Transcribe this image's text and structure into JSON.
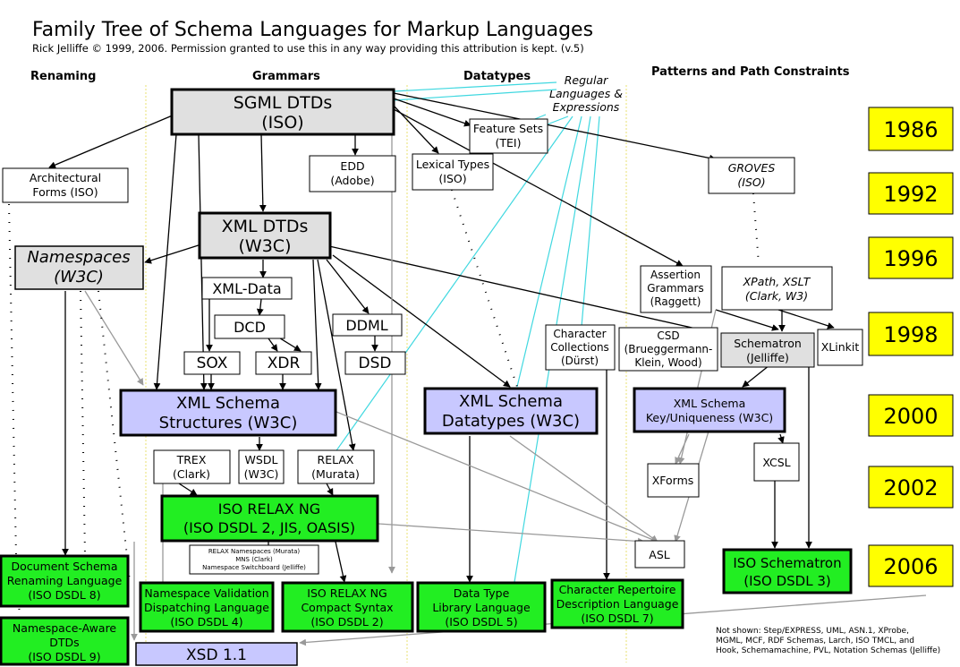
{
  "header": {
    "title": "Family Tree of Schema Languages for Markup Languages",
    "subtitle": "Rick Jelliffe © 1999, 2006. Permission granted to use this in any way providing this attribution is kept. (v.5)"
  },
  "columns": {
    "renaming": "Renaming",
    "grammars": "Grammars",
    "datatypes": "Datatypes",
    "patterns": "Patterns and Path Constraints"
  },
  "regex_label": [
    "Regular",
    "Languages &",
    "Expressions"
  ],
  "years": [
    "1986",
    "1992",
    "1996",
    "1998",
    "2000",
    "2002",
    "2006"
  ],
  "nodes": {
    "sgml": [
      "SGML DTDs",
      "(ISO)"
    ],
    "arch": [
      "Architectural",
      "Forms (ISO)"
    ],
    "edd": [
      "EDD",
      "(Adobe)"
    ],
    "lexical": [
      "Lexical Types",
      "(ISO)"
    ],
    "featuresets": [
      "Feature Sets",
      "(TEI)"
    ],
    "groves": [
      "GROVES",
      "(ISO)"
    ],
    "xmldtd": [
      "XML DTDs",
      "(W3C)"
    ],
    "namespaces": [
      "Namespaces",
      "(W3C)"
    ],
    "xmldata": [
      "XML-Data"
    ],
    "dcd": [
      "DCD"
    ],
    "sox": [
      "SOX"
    ],
    "xdr": [
      "XDR"
    ],
    "ddml": [
      "DDML"
    ],
    "dsd": [
      "DSD"
    ],
    "assertion": [
      "Assertion",
      "Grammars",
      "(Raggett)"
    ],
    "xpath": [
      "XPath, XSLT",
      "(Clark, W3)"
    ],
    "charcoll": [
      "Character",
      "Collections",
      "(Dürst)"
    ],
    "csd": [
      "CSD",
      "(Brueggermann-",
      "Klein, Wood)"
    ],
    "schematron": [
      "Schematron",
      "(Jelliffe)"
    ],
    "xlinkit": [
      "XLinkit"
    ],
    "xsstruct": [
      "XML Schema",
      "Structures (W3C)"
    ],
    "xsdt": [
      "XML Schema",
      "Datatypes (W3C)"
    ],
    "xskey": [
      "XML Schema",
      "Key/Uniqueness (W3C)"
    ],
    "trex": [
      "TREX",
      "(Clark)"
    ],
    "wsdl": [
      "WSDL",
      "(W3C)"
    ],
    "relax": [
      "RELAX",
      "(Murata)"
    ],
    "xforms": [
      "XForms"
    ],
    "xcsl": [
      "XCSL"
    ],
    "isorng": [
      "ISO RELAX NG",
      "(ISO DSDL 2, JIS, OASIS)"
    ],
    "asl": [
      "ASL"
    ],
    "isoschematron": [
      "ISO Schematron",
      "(ISO DSDL 3)"
    ],
    "relaxns": [
      "RELAX Namespaces (Murata)",
      "MNS (Clark)",
      "Namespace Switchboard (Jelliffe)"
    ],
    "dsrl": [
      "Document Schema",
      "Renaming Language",
      "(ISO DSDL 8)"
    ],
    "nvdl": [
      "Namespace Validation",
      "Dispatching Language",
      "(ISO DSDL 4)"
    ],
    "rngc": [
      "ISO RELAX NG",
      "Compact Syntax",
      "(ISO DSDL 2)"
    ],
    "dtll": [
      "Data Type",
      "Library Language",
      "(ISO DSDL 5)"
    ],
    "crdl": [
      "Character Repertoire",
      "Description Language",
      "(ISO DSDL 7)"
    ],
    "nadtd": [
      "Namespace-Aware",
      "DTDs",
      "(ISO DSDL 9)"
    ],
    "xsd11": [
      "XSD 1.1"
    ]
  },
  "not_shown": [
    "Not shown: Step/EXPRESS, UML, ASN.1, XProbe,",
    "MGML, MCF, RDF Schemas, Larch, ISO TMCL, and",
    "Hook, Schemamachine, PVL, Notation Schemas (Jelliffe)"
  ],
  "colors": {
    "year_fill": "#ffff00",
    "w3c_fill": "#c8c8ff",
    "iso_fill": "#22ee22",
    "legacy_fill": "#e0e0e0",
    "regex_line": "#40d8e0",
    "column_guide": "#e8e070",
    "gray_arrow": "#999999"
  }
}
